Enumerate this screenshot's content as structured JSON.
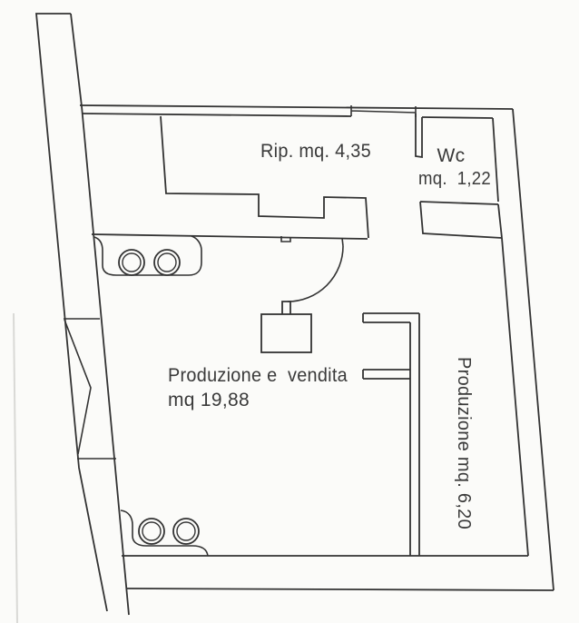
{
  "floor_plan": {
    "type": "architectural-floor-plan",
    "rooms": {
      "rip": {
        "label": "Rip. mq. 4,35"
      },
      "wc": {
        "name": "Wc",
        "area": "mq.  1,22"
      },
      "main": {
        "name": "Produzione e  vendita",
        "area": "mq 19,88"
      },
      "corridor": {
        "label": "Produzione mq. 6,20",
        "orientation": "vertical"
      }
    },
    "colors": {
      "line": "#333333",
      "paper": "#fbfbf9",
      "text": "#3a3a3a",
      "scan_edge": "#d9d9d6"
    }
  }
}
